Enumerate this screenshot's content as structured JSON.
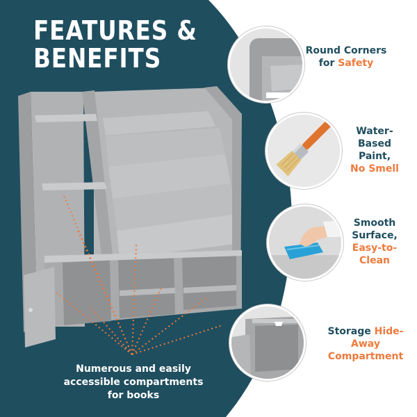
{
  "heading": {
    "line1": "FEATURES &",
    "line2": "BENEFITS"
  },
  "colors": {
    "background_dark": "#1f4e5f",
    "accent_orange": "#ee7a3c",
    "shelf_gray": "#a7a9ab",
    "text_white": "#ffffff"
  },
  "features": [
    {
      "icon": "round-corner-shelf-icon",
      "lines": [
        [
          "Round Corners",
          ""
        ],
        [
          "for ",
          "Safety"
        ]
      ]
    },
    {
      "icon": "paint-brush-icon",
      "lines": [
        [
          "Water-",
          ""
        ],
        [
          "Based",
          ""
        ],
        [
          "Paint,",
          ""
        ],
        [
          "",
          "No Smell"
        ]
      ]
    },
    {
      "icon": "wiping-cloth-hand-icon",
      "lines": [
        [
          "Smooth",
          ""
        ],
        [
          "Surface,",
          ""
        ],
        [
          "",
          "Easy-to-"
        ],
        [
          "",
          "Clean"
        ]
      ]
    },
    {
      "icon": "storage-cabinet-icon",
      "lines": [
        [
          "Storage ",
          "Hide-"
        ],
        [
          "",
          "Away"
        ],
        [
          "",
          "Compartment"
        ]
      ]
    }
  ],
  "caption": {
    "line1": "Numerous and easily",
    "line2": "accessible compartments",
    "line3": "for books"
  }
}
